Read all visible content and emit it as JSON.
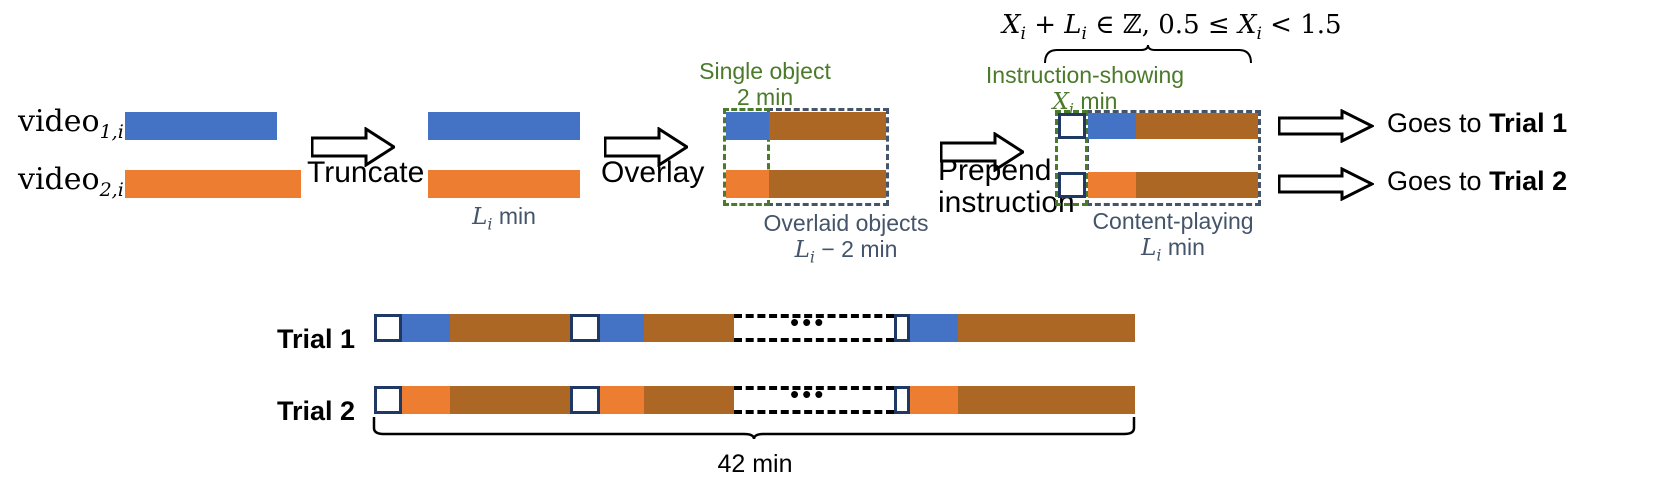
{
  "diagram": {
    "title_formula": "X_i + L_i ∈ ℤ, 0.5 ≤ X_i < 1.5",
    "source_videos": {
      "video1_label": "video",
      "video1_sub": "1,i",
      "video2_label": "video",
      "video2_sub": "2,i"
    },
    "steps": [
      {
        "label": "Truncate"
      },
      {
        "label": "Overlay"
      },
      {
        "label_line1": "Prepend",
        "label_line2": "instruction"
      }
    ],
    "truncated": {
      "length_label": "L_i min"
    },
    "overlaid": {
      "single_object_line1": "Single object",
      "single_object_line2": "2 min",
      "overlaid_objects_line1": "Overlaid objects",
      "overlaid_objects_line2": "L_i − 2 min"
    },
    "prepended": {
      "instruction_showing_line1": "Instruction-showing",
      "instruction_showing_line2": "X_i min",
      "content_playing_line1": "Content-playing",
      "content_playing_line2": "L_i min"
    },
    "outcomes": [
      {
        "text_prefix": "Goes to ",
        "text_bold": "Trial 1"
      },
      {
        "text_prefix": "Goes to ",
        "text_bold": "Trial 2"
      }
    ],
    "trials": [
      {
        "label": "Trial 1"
      },
      {
        "label": "Trial 2"
      }
    ],
    "total_duration": "42 min",
    "ellipsis": "•••",
    "colors": {
      "blue": "#4472C4",
      "orange": "#ED7D31",
      "brown": "#AC6724",
      "green_annotation": "#4A7A2A",
      "slate_annotation": "#44546A",
      "instruction_border": "#1F3864",
      "background": "#FFFFFF"
    }
  }
}
